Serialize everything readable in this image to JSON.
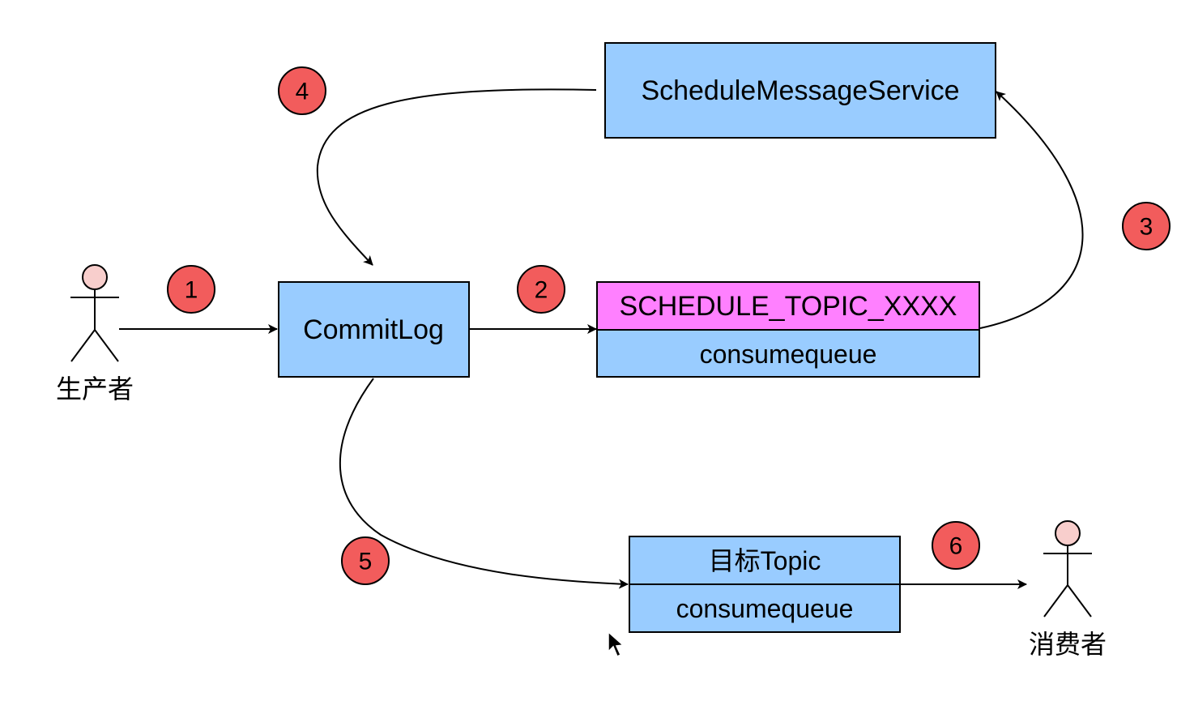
{
  "colors": {
    "box_fill": "#99ccff",
    "highlight_fill": "#ff80ff",
    "badge_fill": "#f25c5c",
    "actor_head": "#f8cecc",
    "stroke": "#000000"
  },
  "actors": {
    "producer": "生产者",
    "consumer": "消费者"
  },
  "nodes": {
    "commitlog": "CommitLog",
    "schedule_service": "ScheduleMessageService",
    "schedule_topic": {
      "title": "SCHEDULE_TOPIC_XXXX",
      "queue": "consumequeue"
    },
    "target_topic": {
      "title": "目标Topic",
      "queue": "consumequeue"
    }
  },
  "steps": [
    "1",
    "2",
    "3",
    "4",
    "5",
    "6"
  ]
}
